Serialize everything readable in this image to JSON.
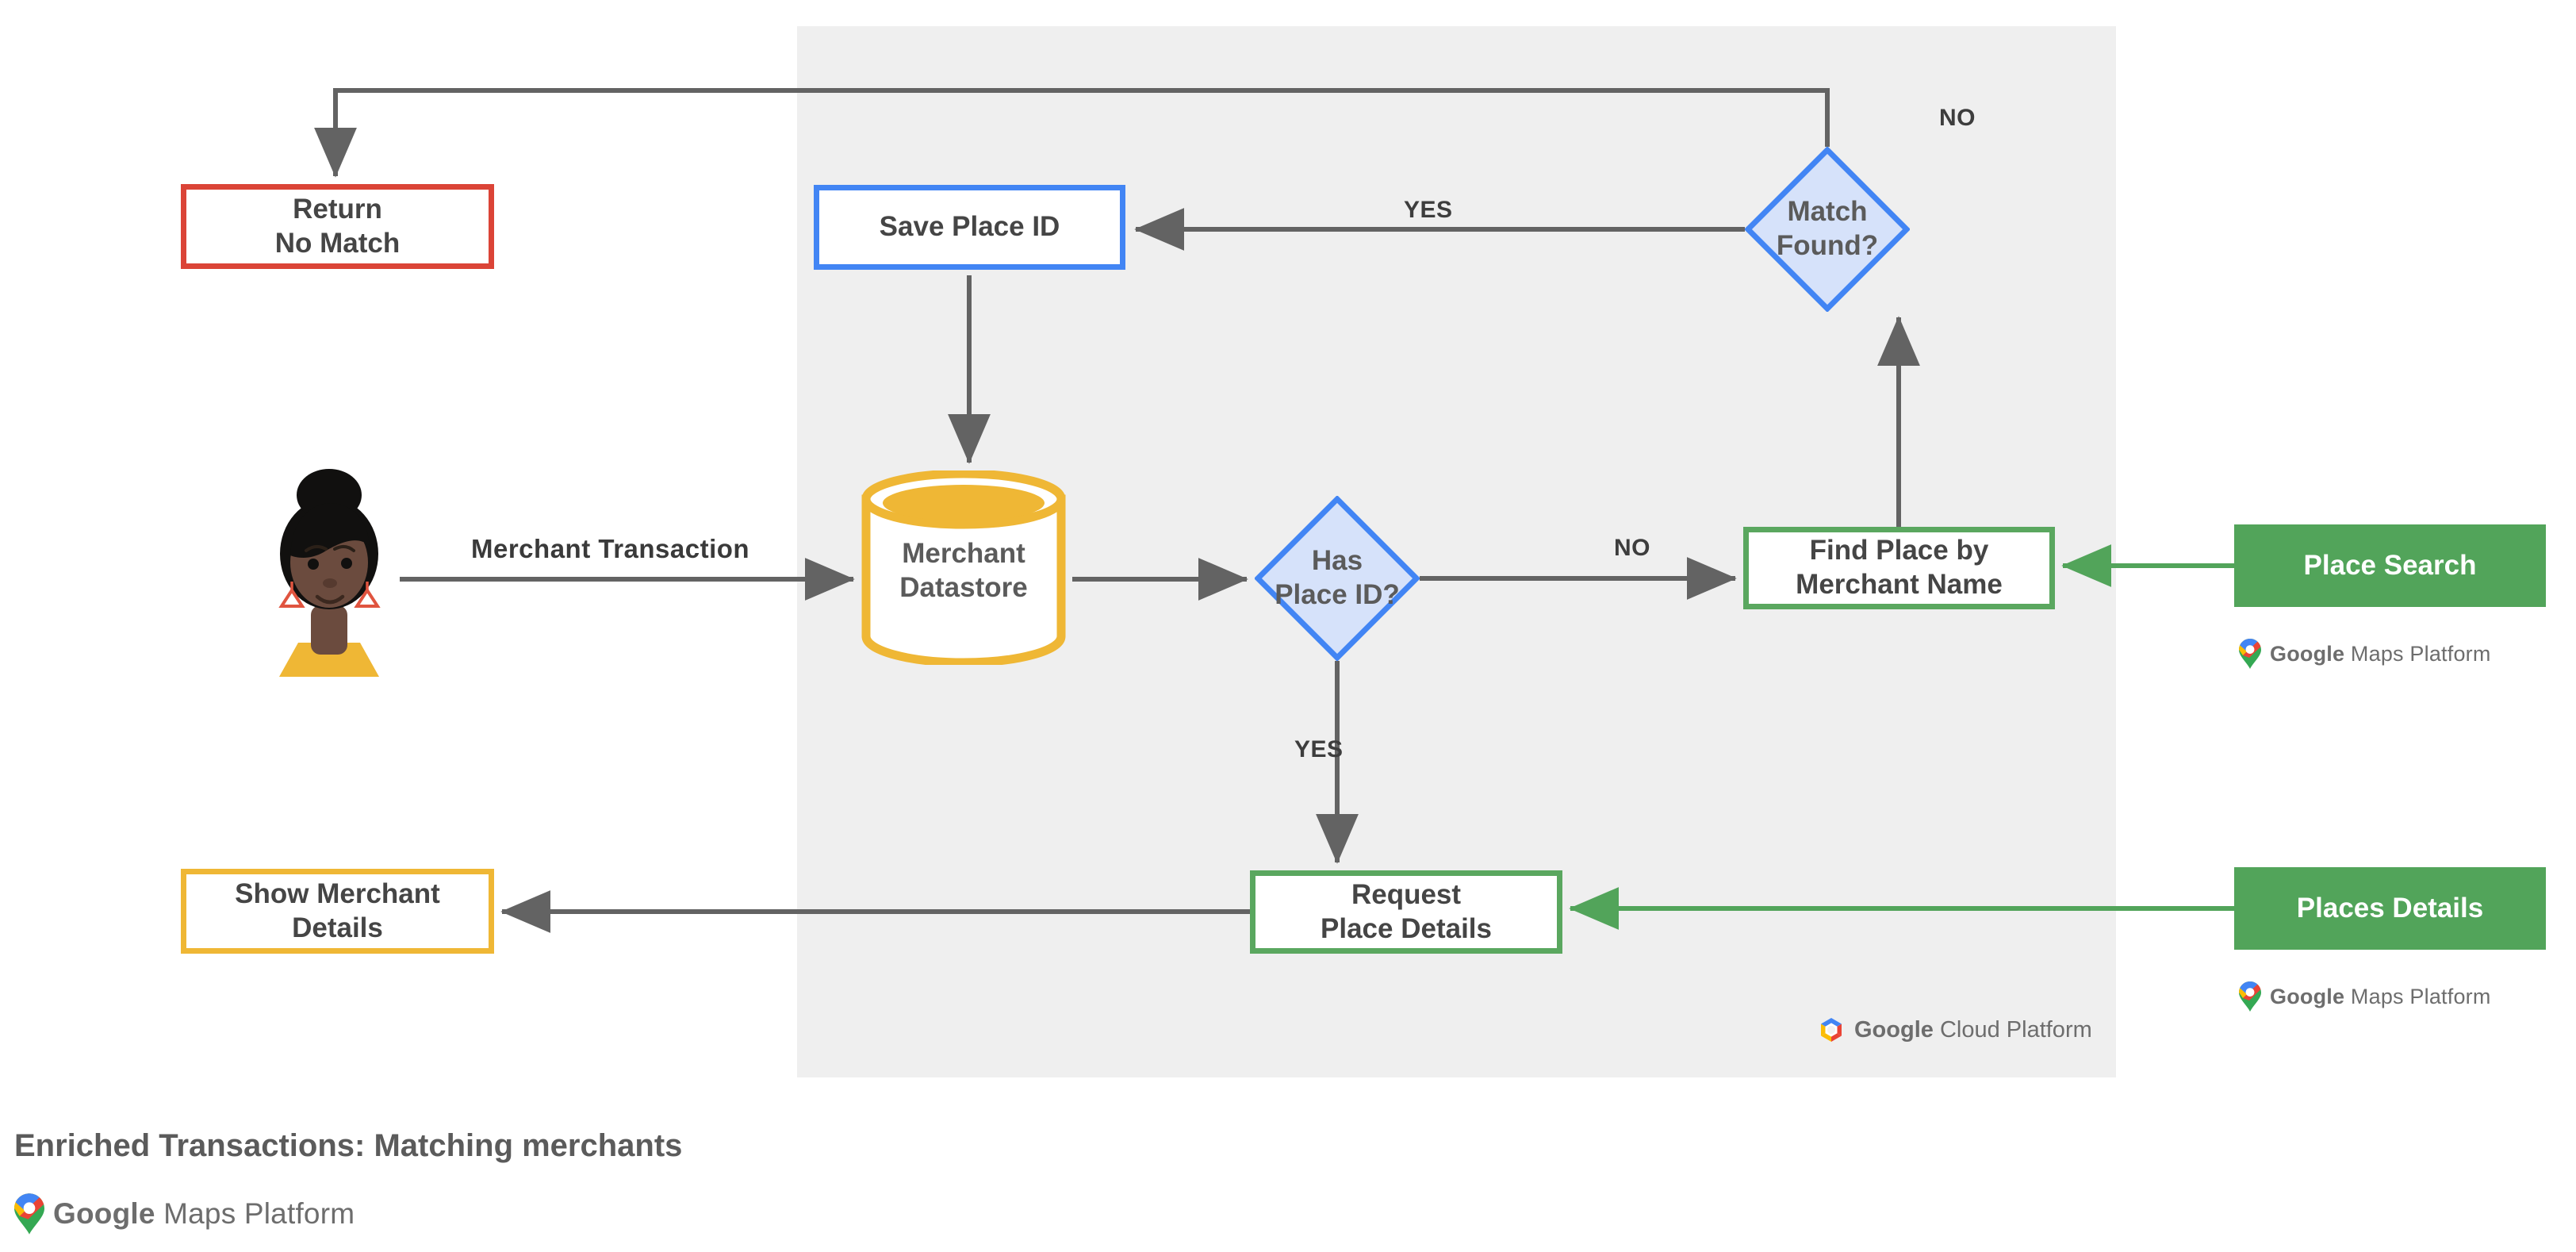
{
  "caption": "Enriched Transactions: Matching merchants",
  "colors": {
    "panel_bg": "#EFEFEF",
    "red": "#DB4437",
    "blue": "#4285F4",
    "blue_fill": "#D6E2FA",
    "green_stroke": "#5AA75F",
    "green_fill": "#52A45A",
    "yellow": "#EFB735",
    "arrow_gray": "#636363",
    "text_gray": "#5B5B5B"
  },
  "nodes": {
    "return_no_match": "Return\nNo Match",
    "return_no_match_line1": "Return",
    "return_no_match_line2": "No Match",
    "save_place_id": "Save Place ID",
    "merchant_datastore_line1": "Merchant",
    "merchant_datastore_line2": "Datastore",
    "has_place_id_line1": "Has",
    "has_place_id_line2": "Place ID?",
    "match_found_line1": "Match",
    "match_found_line2": "Found?",
    "find_place_line1": "Find Place by",
    "find_place_line2": "Merchant Name",
    "request_details_line1": "Request",
    "request_details_line2": "Place Details",
    "show_merchant_line1": "Show Merchant",
    "show_merchant_line2": "Details",
    "place_search": "Place Search",
    "places_details": "Places Details"
  },
  "edge_labels": {
    "merchant_transaction": "Merchant Transaction",
    "yes_top": "YES",
    "no_top": "NO",
    "no_mid": "NO",
    "yes_mid": "YES"
  },
  "branding": {
    "google": "Google",
    "maps_platform": "Maps Platform",
    "cloud_platform": "Cloud Platform",
    "maps_pin_icon": "google-maps-pin-icon",
    "cloud_hex_icon": "google-cloud-hexagon-icon"
  },
  "avatar": {
    "name": "merchant-customer-avatar",
    "skin": "#6B4B3E",
    "hair": "#11100F",
    "shirt": "#EFB735",
    "earring": "#E0543F"
  }
}
